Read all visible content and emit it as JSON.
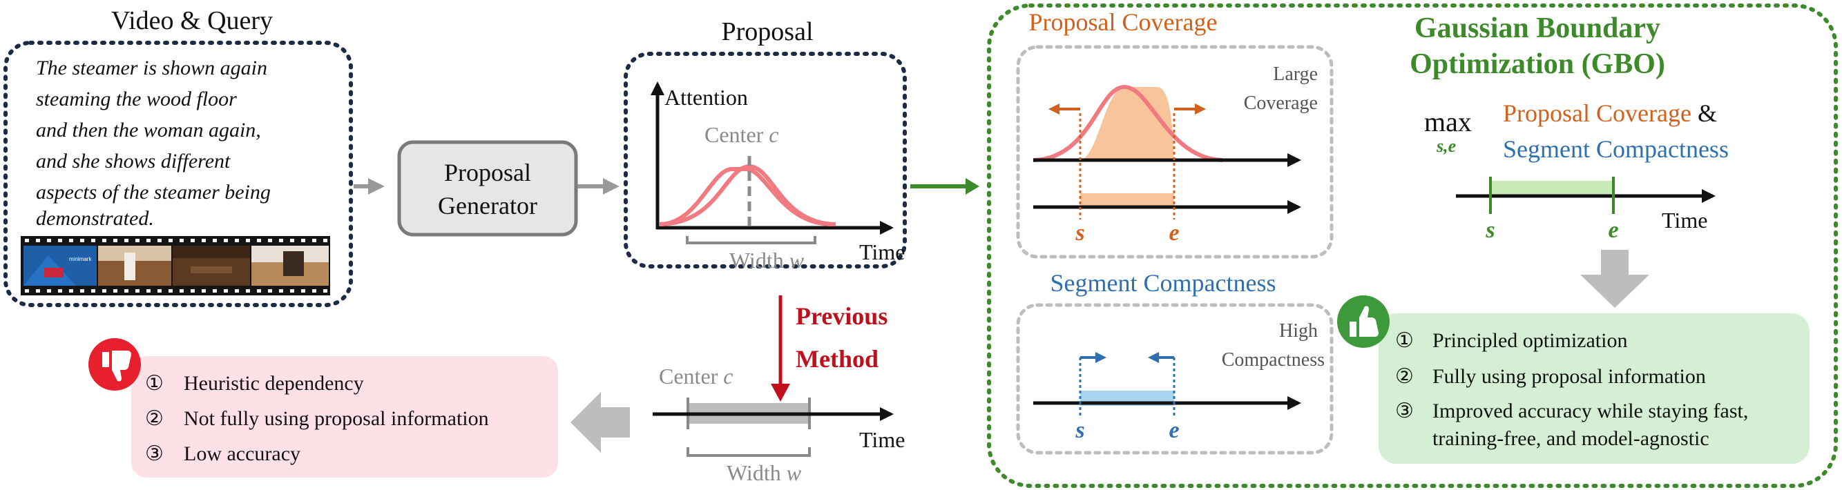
{
  "left": {
    "title": "Video & Query",
    "query_lines": [
      "The steamer is shown again",
      "steaming the wood floor",
      "and then the woman again,",
      "and she shows different",
      "aspects of the steamer being",
      "demonstrated."
    ],
    "frame_thumb_text": "minimark"
  },
  "generator": {
    "line1": "Proposal",
    "line2": "Generator"
  },
  "proposal": {
    "title": "Proposal",
    "y_label": "Attention",
    "center_prefix": "Center ",
    "center_var": "c",
    "width_prefix": "Width ",
    "width_var": "w",
    "time_label": "Time"
  },
  "previous": {
    "line1": "Previous",
    "line2": "Method",
    "center_prefix": "Center ",
    "center_var": "c",
    "width_prefix": "Width ",
    "width_var": "w",
    "time_label": "Time",
    "cons": [
      {
        "num": "①",
        "text": "Heuristic dependency"
      },
      {
        "num": "②",
        "text": "Not fully using proposal information"
      },
      {
        "num": "③",
        "text": "Low accuracy"
      }
    ]
  },
  "coverage": {
    "title": "Proposal Coverage",
    "label_line1": "Large",
    "label_line2": "Coverage",
    "s": "s",
    "e": "e"
  },
  "compactness": {
    "title": "Segment Compactness",
    "label_line1": "High",
    "label_line2": "Compactness",
    "s": "s",
    "e": "e"
  },
  "gbo": {
    "title_line1": "Gaussian Boundary",
    "title_line2": "Optimization (GBO)",
    "max_label": "max",
    "max_sub": "s,e",
    "obj1": "Proposal Coverage",
    "amp": " &",
    "obj2": "Segment Compactness",
    "s": "s",
    "e": "e",
    "time_label": "Time",
    "pros": [
      {
        "num": "①",
        "text": "Principled optimization"
      },
      {
        "num": "②",
        "text": "Fully using proposal information"
      },
      {
        "num": "③",
        "text": "Improved accuracy while staying fast,"
      },
      {
        "num": "",
        "text": "training-free, and model-agnostic"
      }
    ]
  },
  "colors": {
    "dark_navy": "#1c2b45",
    "coverage_orange": "#d2601a",
    "compact_blue": "#2e6fb0",
    "gbo_green": "#3d8a2a",
    "previous_red": "#c0101c",
    "gaussian_pink": "#f07a80",
    "fill_orange": "#f7c49c",
    "fill_blue": "#a9d4ef",
    "fill_green": "#c8ebb6",
    "cons_bg": "#fde1e6",
    "pros_bg": "#d4efd4",
    "gray": "#8a8a8a"
  }
}
